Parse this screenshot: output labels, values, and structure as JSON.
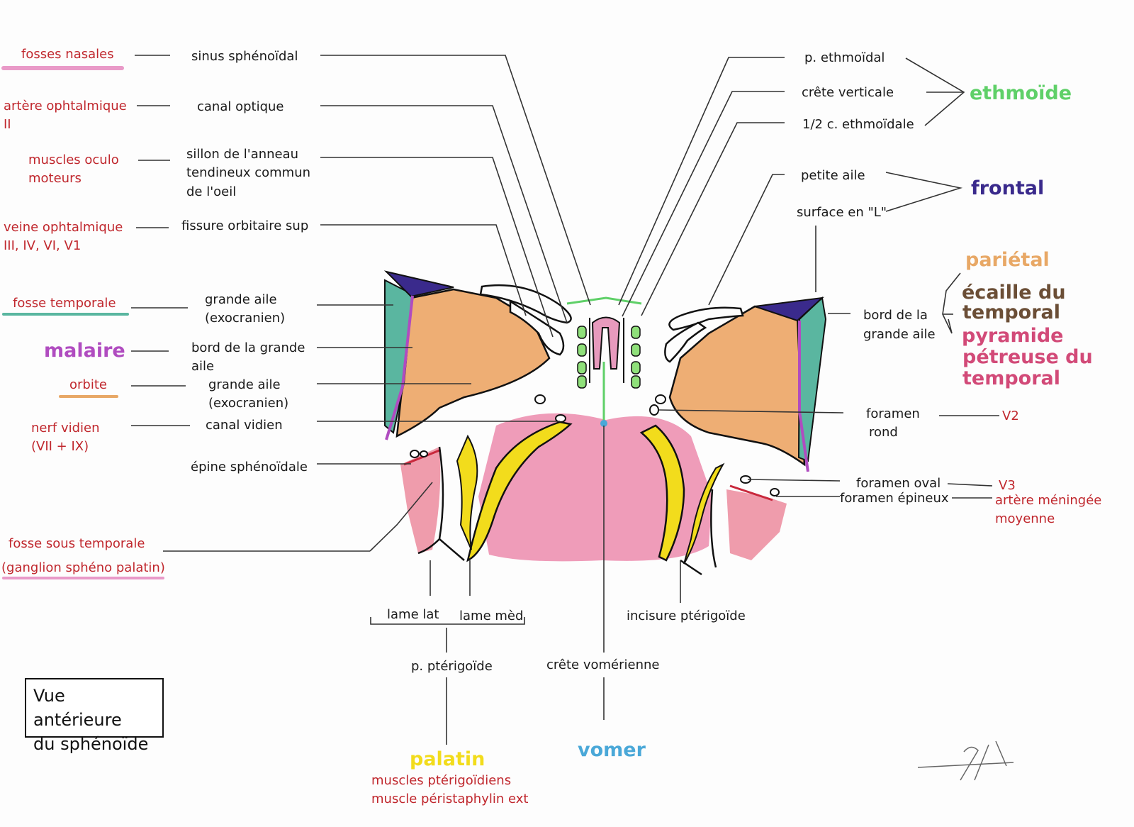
{
  "title": {
    "line1": "Vue antérieure",
    "line2": "du sphénoïde"
  },
  "labels_left": {
    "sinus": "sinus sphénoïdal",
    "canal_optique": "canal optique",
    "sillon_1": "sillon de l'anneau",
    "sillon_2": "tendineux commun",
    "sillon_3": "de l'oeil",
    "fissure": "fissure orbitaire sup",
    "grande_aile_1a": "grande aile",
    "grande_aile_1b": "(exocranien)",
    "bord_1": "bord de la grande",
    "bord_2": "aile",
    "grande_aile_2a": "grande aile",
    "grande_aile_2b": "(exocranien)",
    "canal_vidien": "canal vidien",
    "epine": "épine sphénoïdale"
  },
  "relations_left": {
    "fosses_nasales": "fosses nasales",
    "artere_ophtalmique": "artère ophtalmique",
    "artere_ophtalmique_2": "II",
    "muscles_1": "muscles oculo",
    "muscles_2": "moteurs",
    "veine_1": "veine ophtalmique",
    "veine_2": "III, IV, VI, V1",
    "fosse_temporale": "fosse temporale",
    "orbite": "orbite",
    "nerf_1": "nerf vidien",
    "nerf_2": "(VII + IX)",
    "fosse_st_1": "fosse sous temporale",
    "fosse_st_2": "(ganglion sphéno palatin)"
  },
  "labels_right": {
    "p_ethmoidal": "p. ethmoïdal",
    "crete_verticale": "crête verticale",
    "demi_c": "1/2 c. ethmoïdale",
    "petite_aile": "petite aile",
    "surface_l": "surface en \"L\"",
    "bord_1": "bord de la",
    "bord_2": "grande aile",
    "foramen_rond_1": "foramen",
    "foramen_rond_2": "rond",
    "foramen_oval": "foramen oval",
    "foramen_epineux": "foramen épineux"
  },
  "relations_right": {
    "v2": "V2",
    "v3": "V3",
    "meningee_1": "artère méningée",
    "meningee_2": "moyenne"
  },
  "bones": {
    "ethmoide": "ethmoïde",
    "frontal": "frontal",
    "parietal": "pariétal",
    "ecaille_1": "écaille du",
    "ecaille_2": "temporal",
    "pyramide_1": "pyramide",
    "pyramide_2": "pétreuse du",
    "pyramide_3": "temporal",
    "malaire": "malaire",
    "palatin": "palatin",
    "vomer": "vomer"
  },
  "labels_bottom": {
    "lame_lat": "lame lat",
    "lame_med": "lame mèd",
    "incisure": "incisure ptérigoïde",
    "p_pterigoide": "p. ptérigoïde",
    "crete_vomerienne": "crête vomérienne",
    "muscles_1": "muscles ptérigoïdiens",
    "muscles_2": "muscle péristaphylin ext"
  },
  "colors": {
    "ethmoide": "#5fd068",
    "frontal": "#3a2a8c",
    "parietal": "#e8a866",
    "ecaille": "#6b4e36",
    "pyramide": "#d24a78",
    "malaire": "#b04cc0",
    "palatin": "#f2dc1c",
    "vomer": "#4aa8d8",
    "relation_text": "#c0272d"
  }
}
